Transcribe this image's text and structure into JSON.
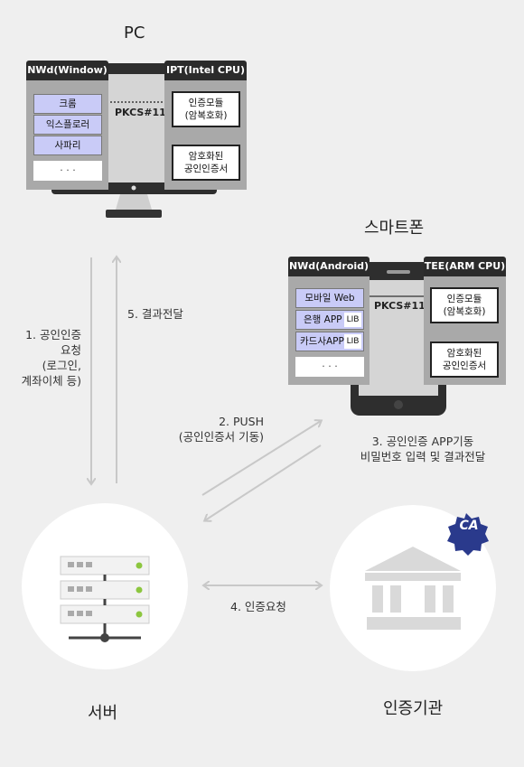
{
  "pc": {
    "title": "PC",
    "nwd_header": "NWd(Window)",
    "ipt_header": "IPT(Intel CPU)",
    "browsers": [
      "크롬",
      "익스플로러",
      "사파리"
    ],
    "more": "· · ·",
    "pkcs": "PKCS#11",
    "auth_module": [
      "인증모듈",
      "(암복호화)"
    ],
    "cert": [
      "암호화된",
      "공인인증서"
    ]
  },
  "phone": {
    "title": "스마트폰",
    "nwd_header": "NWd(Android)",
    "tee_header": "TEE(ARM CPU)",
    "apps": [
      "모바일 Web",
      "은행 APP",
      "카드사APP"
    ],
    "lib": "LIB",
    "more": "· · ·",
    "pkcs": "PKCS#11",
    "auth_module": [
      "인증모듈",
      "(암복호화)"
    ],
    "cert": [
      "암호화된",
      "공인인증서"
    ]
  },
  "steps": {
    "s1": [
      "1. 공인인증",
      "요청",
      "(로그인,",
      "계좌이체 등)"
    ],
    "s2": [
      "2. PUSH",
      "(공인인증서 기동)"
    ],
    "s3": [
      "3. 공인인증 APP기동",
      "비밀번호 입력 및 결과전달"
    ],
    "s4": "4. 인증요청",
    "s5": "5. 결과전달"
  },
  "server": {
    "label": "서버"
  },
  "ca": {
    "label": "인증기관",
    "badge": "CA"
  },
  "colors": {
    "panel": "#a9a9a9",
    "item": "#c9cbf7",
    "dark": "#2b2b2b",
    "arrow": "#c8c8c8",
    "badge": "#2a3a8c",
    "led": "#8cc63f"
  }
}
